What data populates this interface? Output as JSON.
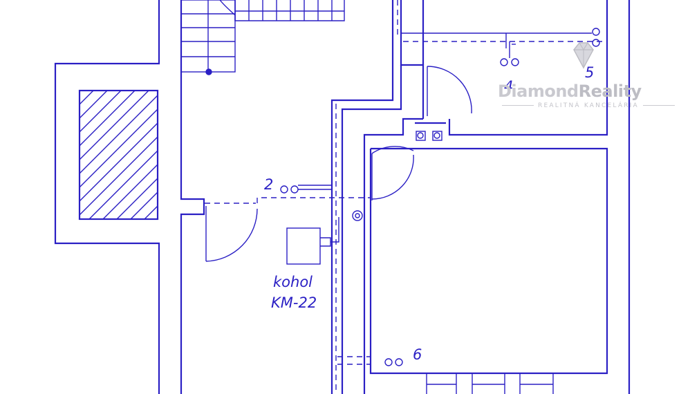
{
  "labels": {
    "point_2": "2",
    "point_4": "4",
    "point_5": "5",
    "point_6": "6",
    "boiler_name": "kohol",
    "boiler_model": "KM-22"
  },
  "watermark": {
    "brand_part1": "Diamond",
    "brand_part2": "Reality",
    "tagline": "REALITNÁ KANCELÁRIA",
    "icon": "diamond-icon"
  },
  "colors": {
    "ink": "#2a1fc4",
    "background": "#ffffff",
    "watermark": "#c9c9cf"
  }
}
